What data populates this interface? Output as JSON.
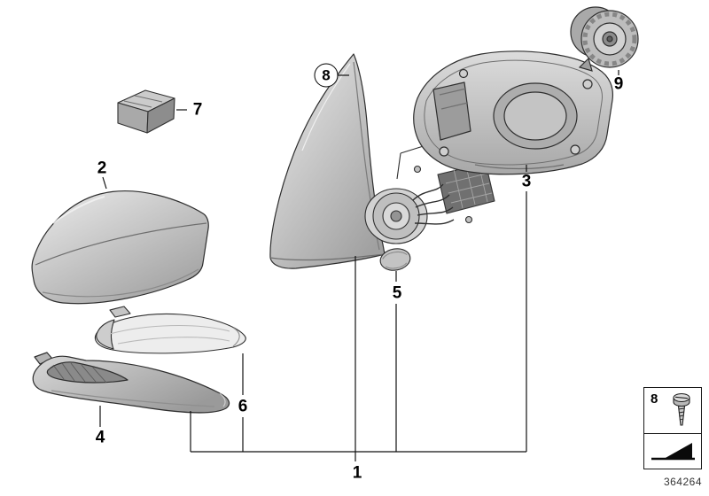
{
  "diagram": {
    "number": "364264",
    "background_color": "#ffffff",
    "line_color": "#1a1a1a",
    "part_fill_light": "#e9e9e9",
    "part_fill_dark": "#9b9b9b",
    "callouts": [
      {
        "label": "1",
        "style": "plain"
      },
      {
        "label": "2",
        "style": "plain"
      },
      {
        "label": "3",
        "style": "plain"
      },
      {
        "label": "4",
        "style": "plain"
      },
      {
        "label": "5",
        "style": "plain"
      },
      {
        "label": "6",
        "style": "plain"
      },
      {
        "label": "7",
        "style": "plain"
      },
      {
        "label": "8",
        "style": "circled"
      },
      {
        "label": "9",
        "style": "plain"
      }
    ],
    "legend": {
      "label": "8",
      "icons": [
        "screw-icon",
        "direction-arrow-icon"
      ]
    }
  }
}
